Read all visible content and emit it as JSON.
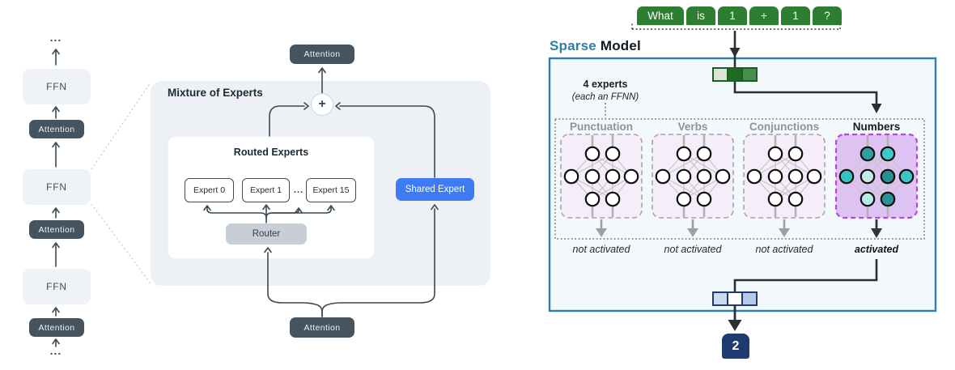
{
  "left_diagram": {
    "stack": {
      "ellipsis_top": "...",
      "ellipsis_bottom": "...",
      "ffn_label": "FFN",
      "attention_label": "Attention"
    },
    "moe": {
      "title": "Mixture of Experts",
      "attention_top_label": "Attention",
      "attention_bottom_label": "Attention",
      "plus_sign": "+",
      "routed_experts_title": "Routed Experts",
      "experts": [
        "Expert 0",
        "Expert 1",
        "Expert 15"
      ],
      "experts_ellipsis": "...",
      "router_label": "Router",
      "shared_expert_label": "Shared Expert"
    }
  },
  "sparse_model": {
    "tokens": [
      "What",
      "is",
      "1",
      "+",
      "1",
      "?"
    ],
    "title": {
      "accent": "Sparse",
      "rest": "Model"
    },
    "note": {
      "line1": "4 experts",
      "line2": "(each an FFNN)"
    },
    "experts": [
      {
        "name": "Punctuation",
        "status": "not activated",
        "activated": false,
        "node_colors": [
          "#ffffff",
          "#ffffff",
          "#ffffff",
          "#ffffff",
          "#ffffff",
          "#ffffff",
          "#ffffff",
          "#ffffff"
        ]
      },
      {
        "name": "Verbs",
        "status": "not activated",
        "activated": false,
        "node_colors": [
          "#ffffff",
          "#ffffff",
          "#ffffff",
          "#ffffff",
          "#ffffff",
          "#ffffff",
          "#ffffff",
          "#ffffff"
        ]
      },
      {
        "name": "Conjunctions",
        "status": "not activated",
        "activated": false,
        "node_colors": [
          "#ffffff",
          "#ffffff",
          "#ffffff",
          "#ffffff",
          "#ffffff",
          "#ffffff",
          "#ffffff",
          "#ffffff"
        ]
      },
      {
        "name": "Numbers",
        "status": "activated",
        "activated": true,
        "node_colors": [
          "#2e9e9e",
          "#3ec9c9",
          "#35c2c2",
          "#c5ebe8",
          "#2a8f8f",
          "#3cc4c4",
          "#b8ebe7",
          "#2a9292"
        ]
      }
    ],
    "embedding_cells": [
      "#d9e6d7",
      "#1e6b24",
      "#4b8c50"
    ],
    "output_cells": [
      "#ccdaee",
      "#ffffff",
      "#b6c9e6"
    ],
    "output_token": "2"
  },
  "colors": {
    "token_green": "#2d7d33",
    "token_border_green": "#1b5e20",
    "sparse_accent": "#2e7fa8",
    "sparse_box_fill": "#f3f9fb",
    "expert_box_fill": "#f6edfa",
    "expert_box_border": "#a9a2b0",
    "expert_active_fill": "#dec2f1",
    "expert_active_border": "#bb44e6",
    "node_stroke": "#0f0f0f",
    "net_line_gray": "#c6c6c6",
    "net_stub_gray": "#b3b3b3",
    "inactive_label_gray": "#8d939c",
    "active_label_dark": "#111c26",
    "shared_expert_blue": "#3d7bf5",
    "attention_slate": "#46545f",
    "ffn_fill": "#eff3f7",
    "moe_panel_fill": "#edf1f5",
    "router_fill": "#c7ced5",
    "left_line": "#3a4a54",
    "right_line": "#2b2e32",
    "output_navy": "#1e3a6e",
    "gray_arrow": "#99a1a8"
  }
}
